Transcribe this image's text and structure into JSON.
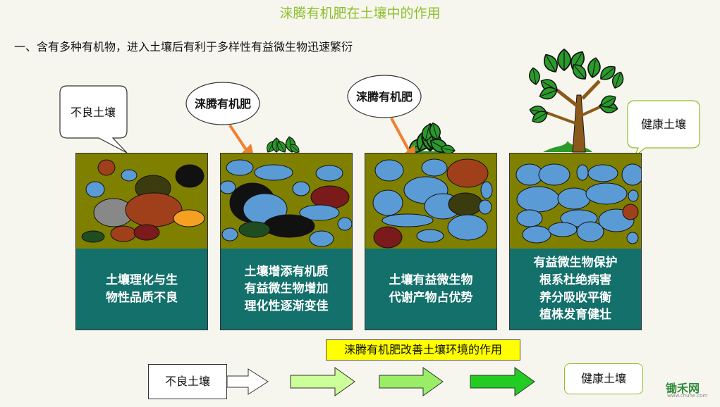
{
  "title": "涞腾有机肥在土壤中的作用",
  "subtitle": "一、含有多种有机物，进入土壤后有利于多样性有益微生物迅速繁衍",
  "callouts": {
    "bad_soil": "不良土壤",
    "fertilizer_1": "涞腾有机肥",
    "fertilizer_2": "涞腾有机肥",
    "healthy_soil": "健康土壤"
  },
  "stages": [
    {
      "desc": "土壤理化与生\n物性品质不良"
    },
    {
      "desc": "土壤增添有机质\n有益微生物增加\n理化性逐渐变佳"
    },
    {
      "desc": "土壤有益微生物\n代谢产物占优势"
    },
    {
      "desc": "有益微生物保护\n根系杜绝病害\n养分吸收平衡\n植株发育健壮"
    }
  ],
  "banner": "涞腾有机肥改善土壤环境的作用",
  "flow": {
    "start": "不良土壤",
    "end": "健康土壤"
  },
  "watermark": {
    "text": "锄禾网",
    "url": "www.chuhe.com"
  },
  "colors": {
    "title": "#8cbf2c",
    "soil": "#808000",
    "desc_bg": "#13706b",
    "banner": "#ffff00",
    "leaf": "#2a9a2a"
  }
}
